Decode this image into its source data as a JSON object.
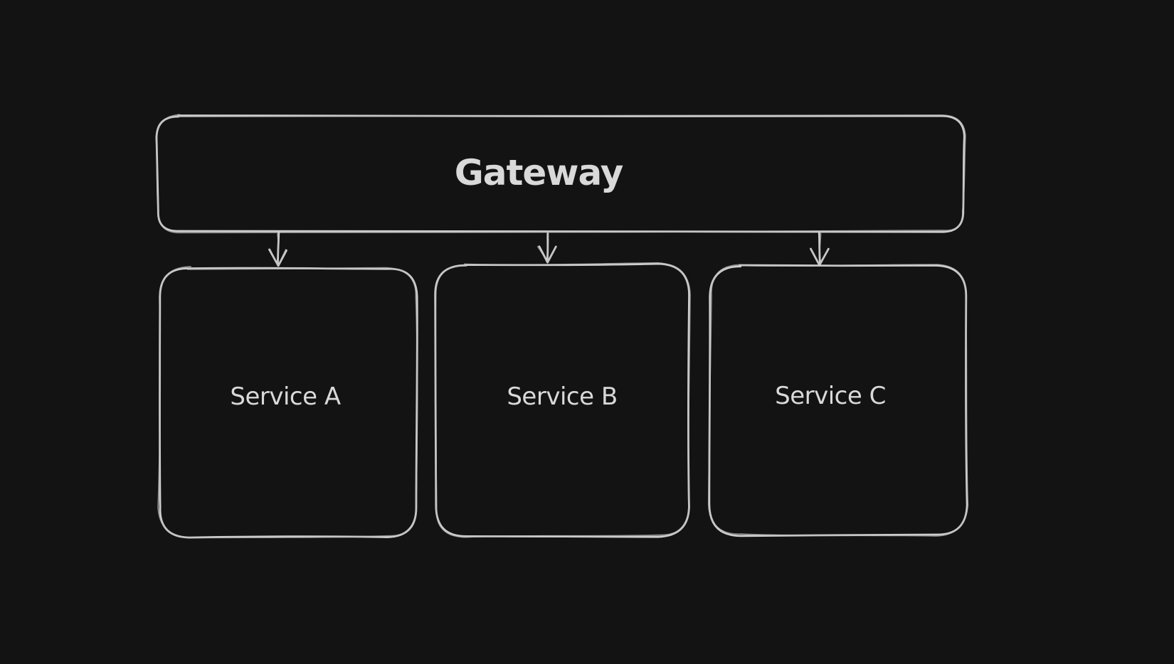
{
  "theme": {
    "background": "#131313",
    "stroke": "#d8d8d8",
    "stroke_secondary": "#bfbfbf",
    "text": "#d9d9d9"
  },
  "diagram": {
    "style": "hand-drawn",
    "nodes": [
      {
        "id": "gateway",
        "label": "Gateway",
        "shape": "rounded-rectangle"
      },
      {
        "id": "service-a",
        "label": "Service A",
        "shape": "rounded-rectangle"
      },
      {
        "id": "service-b",
        "label": "Service B",
        "shape": "rounded-rectangle"
      },
      {
        "id": "service-c",
        "label": "Service C",
        "shape": "rounded-rectangle"
      }
    ],
    "edges": [
      {
        "from": "gateway",
        "to": "service-a",
        "type": "arrow",
        "direction": "down"
      },
      {
        "from": "gateway",
        "to": "service-b",
        "type": "arrow",
        "direction": "down"
      },
      {
        "from": "gateway",
        "to": "service-c",
        "type": "arrow",
        "direction": "down"
      }
    ]
  }
}
